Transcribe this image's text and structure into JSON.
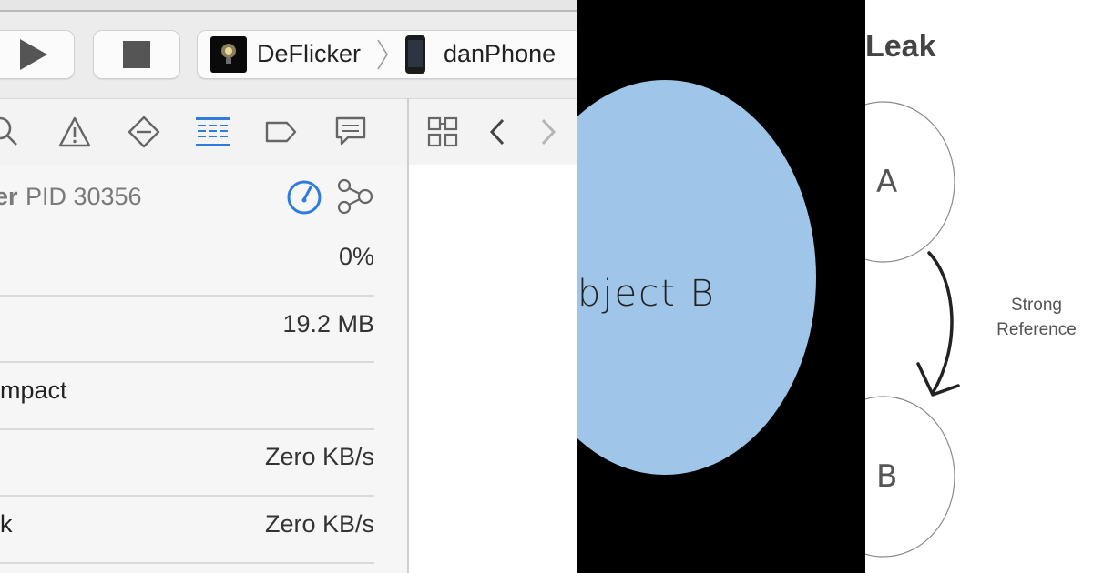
{
  "xcode": {
    "toolbar": {
      "scheme_name": "DeFlicker",
      "device_name": "danPhone",
      "icons": [
        "play-icon",
        "stop-icon",
        "app-icon",
        "iphone-icon"
      ]
    },
    "navigator_icons": [
      "search-icon",
      "warning-icon",
      "breakpoint-icon",
      "debug-navigator-icon",
      "tag-icon",
      "comment-icon"
    ],
    "editor_icons": [
      "related-items-icon",
      "back-chevron-icon",
      "forward-chevron-icon"
    ],
    "process": {
      "name_fragment": "er",
      "pid_label": "PID 30356"
    },
    "gauges": {
      "cpu": {
        "label": "",
        "value": "0%"
      },
      "memory": {
        "label": "",
        "value": "19.2 MB"
      },
      "energy": {
        "label": "mpact",
        "value": ""
      },
      "disk": {
        "label": "",
        "value": "Zero KB/s"
      },
      "network": {
        "label": "k",
        "value": "Zero KB/s"
      }
    },
    "colors": {
      "accent": "#2f7bde",
      "toolbar_bg": "#ececec"
    }
  },
  "object_panel": {
    "label": "bject B",
    "colors": {
      "circle": "#9fc5e8",
      "background": "#000000"
    }
  },
  "leak_diagram": {
    "title": "Leak",
    "node_a": "A",
    "node_b": "B",
    "arrow_label_line1": "Strong",
    "arrow_label_line2": "Reference"
  }
}
